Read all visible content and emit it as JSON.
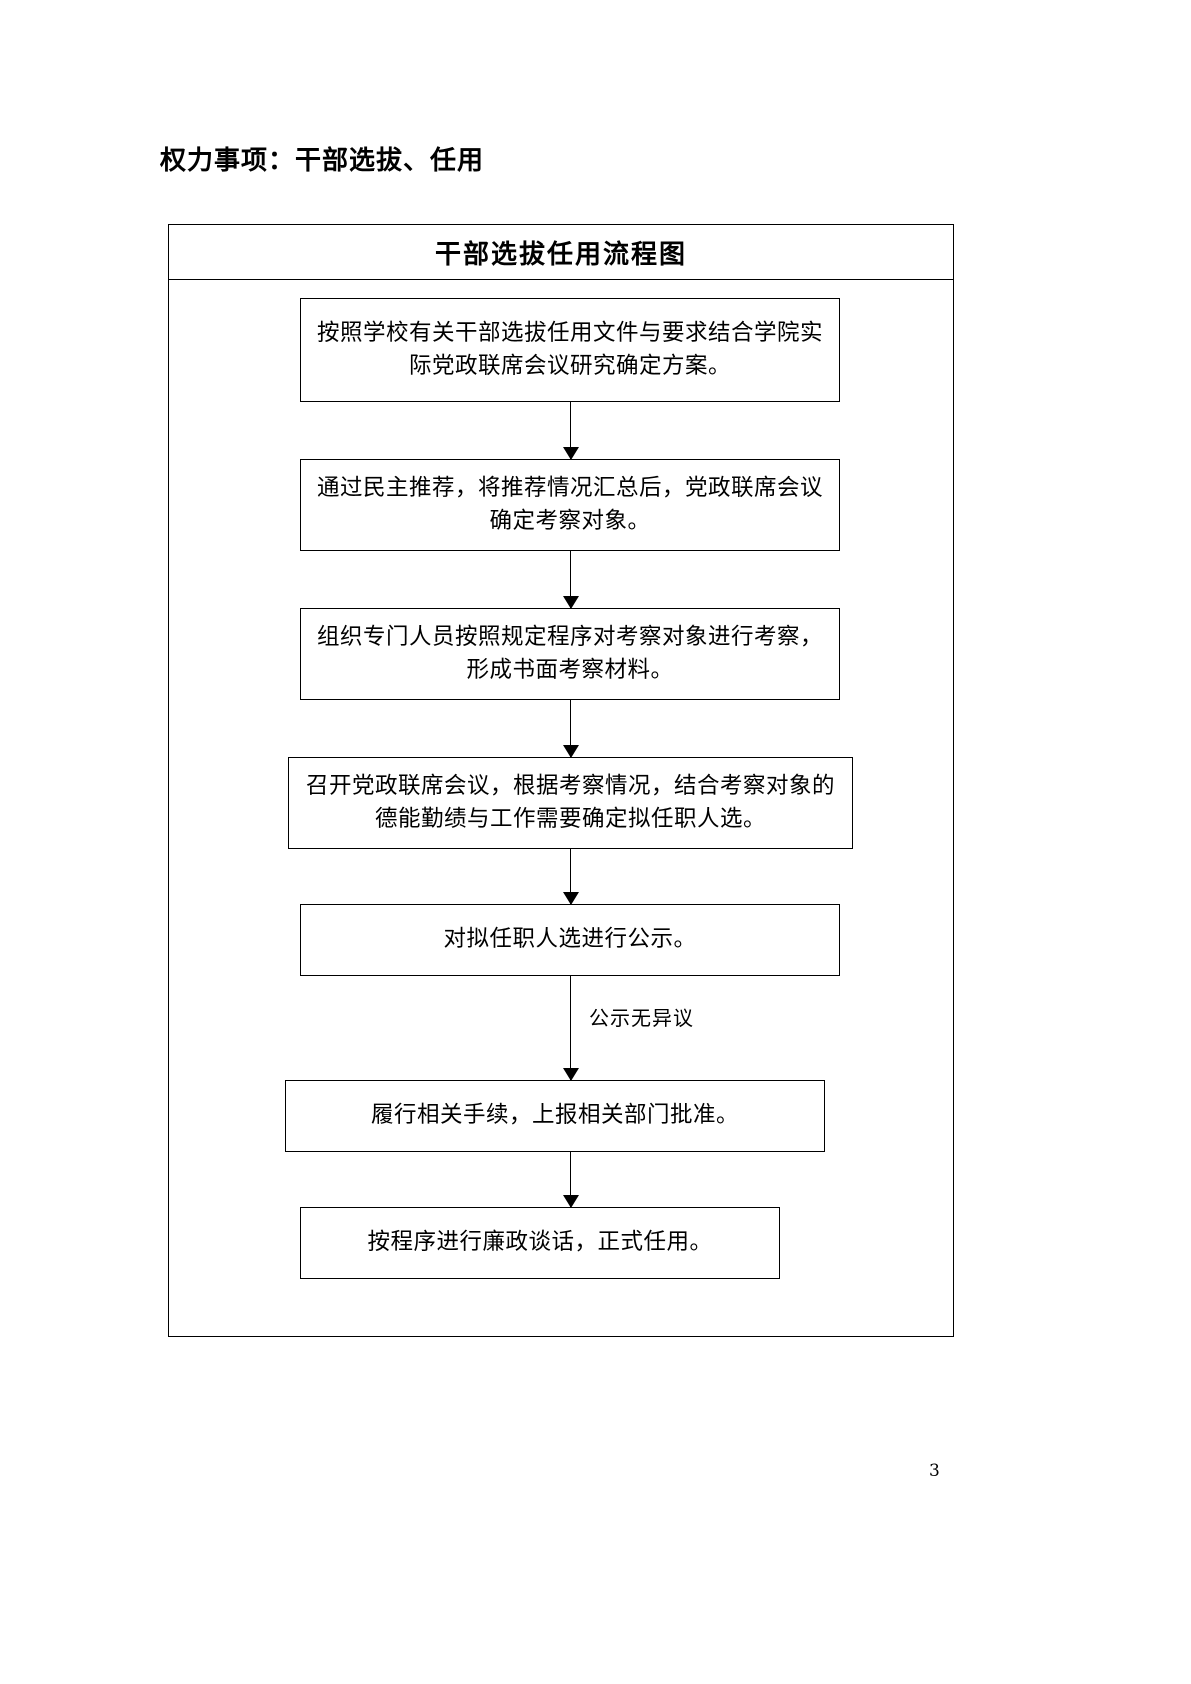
{
  "document": {
    "heading": "权力事项：干部选拔、任用",
    "page_number": "3"
  },
  "chart_data": {
    "type": "diagram",
    "diagram_kind": "flowchart",
    "title": "干部选拔任用流程图",
    "orientation": "top-to-bottom",
    "nodes": [
      {
        "id": "n1",
        "shape": "rectangle",
        "text": "按照学校有关干部选拔任用文件与要求结合学院实际党政联席会议研究确定方案。"
      },
      {
        "id": "n2",
        "shape": "rectangle",
        "text": "通过民主推荐，将推荐情况汇总后，党政联席会议确定考察对象。"
      },
      {
        "id": "n3",
        "shape": "rectangle",
        "text": "组织专门人员按照规定程序对考察对象进行考察，形成书面考察材料。"
      },
      {
        "id": "n4",
        "shape": "rectangle",
        "text": "召开党政联席会议，根据考察情况，结合考察对象的德能勤绩与工作需要确定拟任职人选。"
      },
      {
        "id": "n5",
        "shape": "rectangle",
        "text": "对拟任职人选进行公示。"
      },
      {
        "id": "n6",
        "shape": "rectangle",
        "text": "履行相关手续，上报相关部门批准。"
      },
      {
        "id": "n7",
        "shape": "rectangle",
        "text": "按程序进行廉政谈话，正式任用。"
      }
    ],
    "edges": [
      {
        "from": "n1",
        "to": "n2",
        "label": ""
      },
      {
        "from": "n2",
        "to": "n3",
        "label": ""
      },
      {
        "from": "n3",
        "to": "n4",
        "label": ""
      },
      {
        "from": "n4",
        "to": "n5",
        "label": ""
      },
      {
        "from": "n5",
        "to": "n6",
        "label": "公示无异议"
      },
      {
        "from": "n6",
        "to": "n7",
        "label": ""
      }
    ],
    "colors": {
      "background": "#ffffff",
      "node_border": "#000000",
      "node_fill": "#ffffff",
      "text": "#000000",
      "connector": "#000000"
    }
  }
}
